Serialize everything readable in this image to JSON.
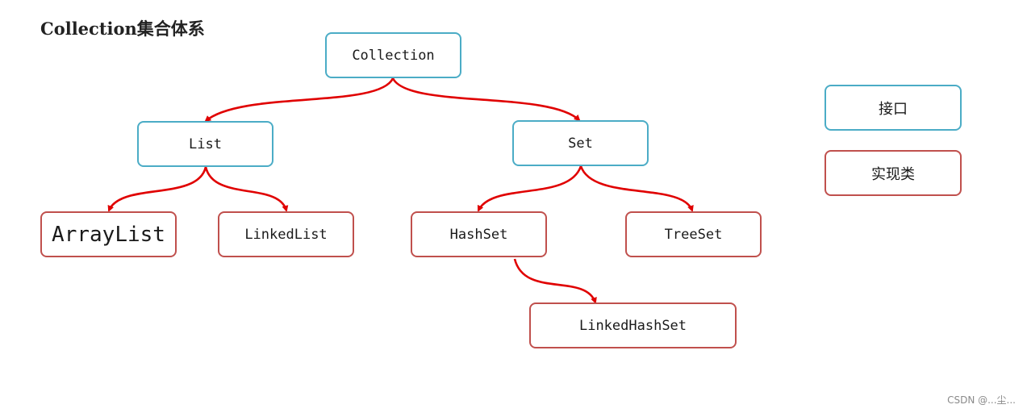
{
  "title": "Collection集合体系",
  "nodes": {
    "collection": "Collection",
    "list": "List",
    "set": "Set",
    "arraylist": "ArrayList",
    "linkedlist": "LinkedList",
    "hashset": "HashSet",
    "treeset": "TreeSet",
    "linkedhashset": "LinkedHashSet"
  },
  "legend": {
    "interface_label": "接口",
    "impl_label": "实现类"
  },
  "colors": {
    "interface_border": "#4bacc6",
    "impl_border": "#c0504d",
    "arrow": "#e00000"
  },
  "watermark": "CSDN @...尘..."
}
